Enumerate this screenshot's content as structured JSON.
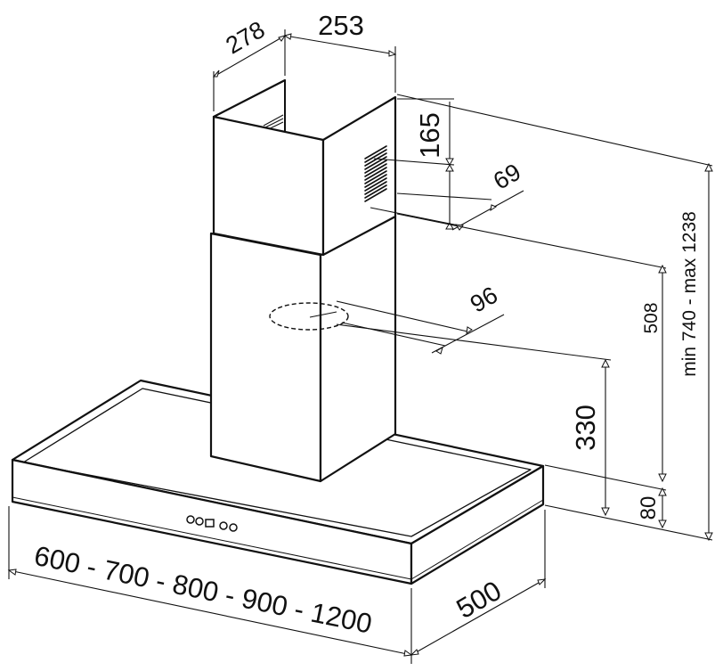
{
  "dimensions": {
    "chimney_depth": "278",
    "chimney_width": "253",
    "vent_height": "165",
    "vent_offset": "69",
    "outlet_offset": "96",
    "outlet_height": "330",
    "wall_height": "508",
    "canopy_height": "80",
    "total_height": "min 740 - max 1238",
    "hood_width": "600 - 700 - 800 - 900 - 1200",
    "hood_depth": "500"
  },
  "icons": [
    "control-buttons-icon",
    "air-vent-grille-icon",
    "exhaust-outlet-icon"
  ]
}
